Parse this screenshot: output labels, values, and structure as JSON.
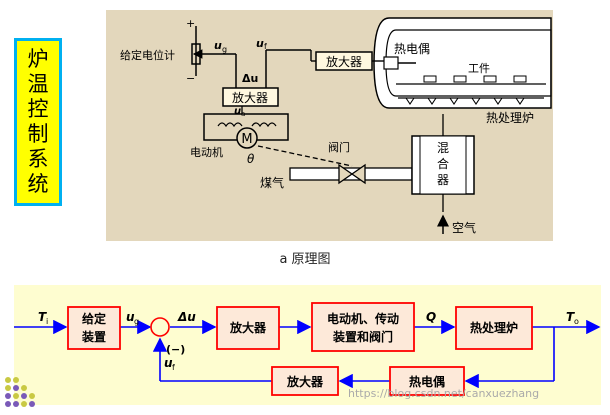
{
  "title": {
    "chars": [
      "炉",
      "温",
      "控",
      "制",
      "系",
      "统"
    ]
  },
  "schematic": {
    "setpoint_label": "给定电位计",
    "ug": "u",
    "ug_sub": "g",
    "uf": "u",
    "uf_sub": "f",
    "delta_u": "Δu",
    "amp1": "放大器",
    "amp2": "放大器",
    "ua": "u",
    "ua_sub": "a",
    "motor_symbol": "M",
    "motor_label": "电动机",
    "theta": "θ",
    "valve": "阀门",
    "coal_gas": "煤气",
    "thermocouple": "热电偶",
    "workpiece": "工件",
    "furnace": "热处理炉",
    "mixer": [
      "混",
      "合",
      "器"
    ],
    "air": "空气",
    "plus": "+",
    "minus": "−"
  },
  "caption": "a 原理图",
  "block": {
    "ti": "T",
    "ti_sub": "i",
    "setpoint": [
      "给定",
      "装置"
    ],
    "ug": "u",
    "ug_sub": "g",
    "delta_u": "Δu",
    "minus": "(−)",
    "uf": "u",
    "uf_sub": "f",
    "amplifier": "放大器",
    "actuator": [
      "电动机、传动",
      "装置和阀门"
    ],
    "q": "Q",
    "furnace": "热处理炉",
    "to": "T",
    "to_sub": "o",
    "thermocouple": "热电偶",
    "fb_amplifier": "放大器"
  },
  "watermark": "https://blog.csdn.net/canxuezhang",
  "colors": {
    "schematic_bg": "#e3d7bc",
    "block_bg": "#fefdd0",
    "block_fill": "#fde9d9",
    "block_border": "#ff0000",
    "arrow": "#0000ff",
    "title_bg": "#ffff00",
    "title_border": "#00b0f0"
  }
}
